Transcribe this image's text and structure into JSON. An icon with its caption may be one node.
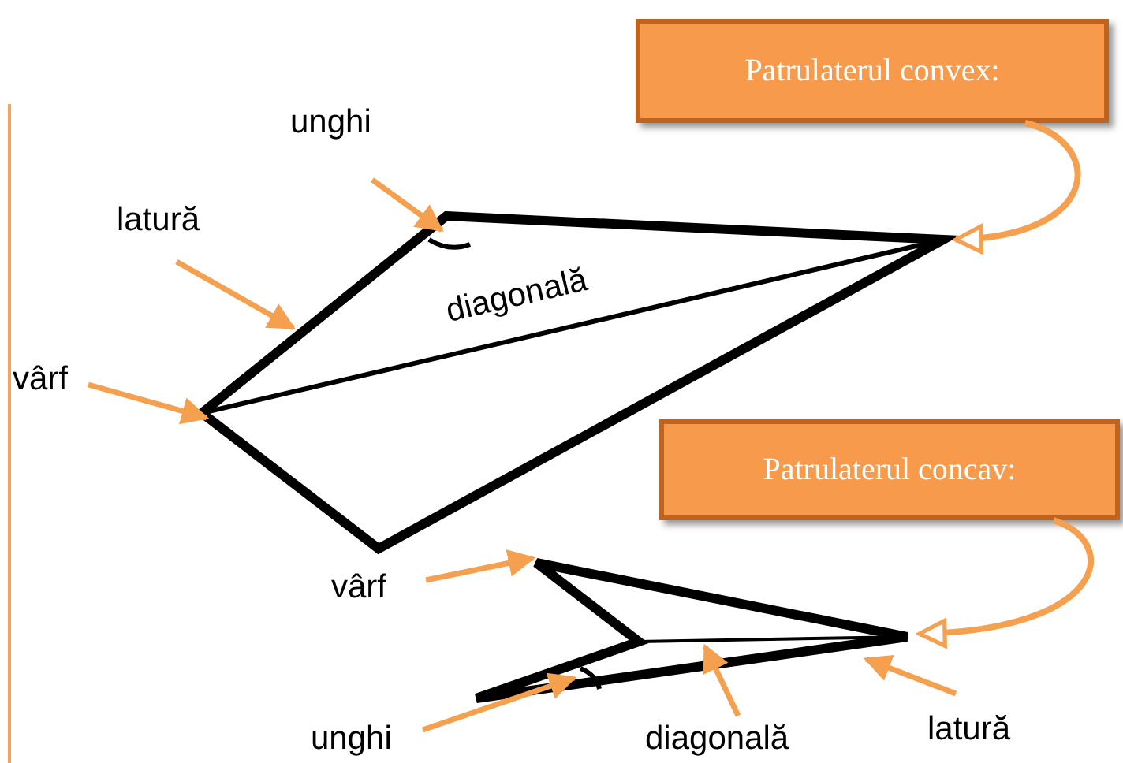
{
  "diagram": {
    "nodes": [
      {
        "text": [
          "Patrulaterul convex:"
        ]
      },
      {
        "text": [],
        "shape": "picture"
      },
      {
        "text": [
          "unghi"
        ]
      },
      {
        "text": [
          "latură"
        ]
      },
      {
        "text": [
          "vârf"
        ]
      },
      {
        "text": [
          "Patrulaterul concav:"
        ]
      },
      {
        "text": [],
        "shape": "picture"
      },
      {
        "text": [
          "vârf"
        ]
      },
      {
        "text": [
          "unghi"
        ]
      },
      {
        "text": [
          "diagonală"
        ]
      },
      {
        "text": [
          "latură"
        ]
      }
    ],
    "edges": [
      {
        "from": 0,
        "to": 1,
        "arrow": "to"
      },
      {
        "from": 2,
        "to": 1,
        "arrow": "to"
      },
      {
        "from": 3,
        "to": 1,
        "arrow": "to"
      },
      {
        "from": 4,
        "to": 1,
        "arrow": "to"
      },
      {
        "from": 5,
        "to": 6,
        "arrow": "to"
      },
      {
        "from": 7,
        "to": 6,
        "arrow": "to"
      },
      {
        "from": 8,
        "to": 6,
        "arrow": "to"
      },
      {
        "from": 9,
        "to": 6,
        "arrow": "to"
      },
      {
        "from": 10,
        "to": 6,
        "arrow": "to"
      }
    ],
    "labels": [
      "diagonală"
    ]
  }
}
